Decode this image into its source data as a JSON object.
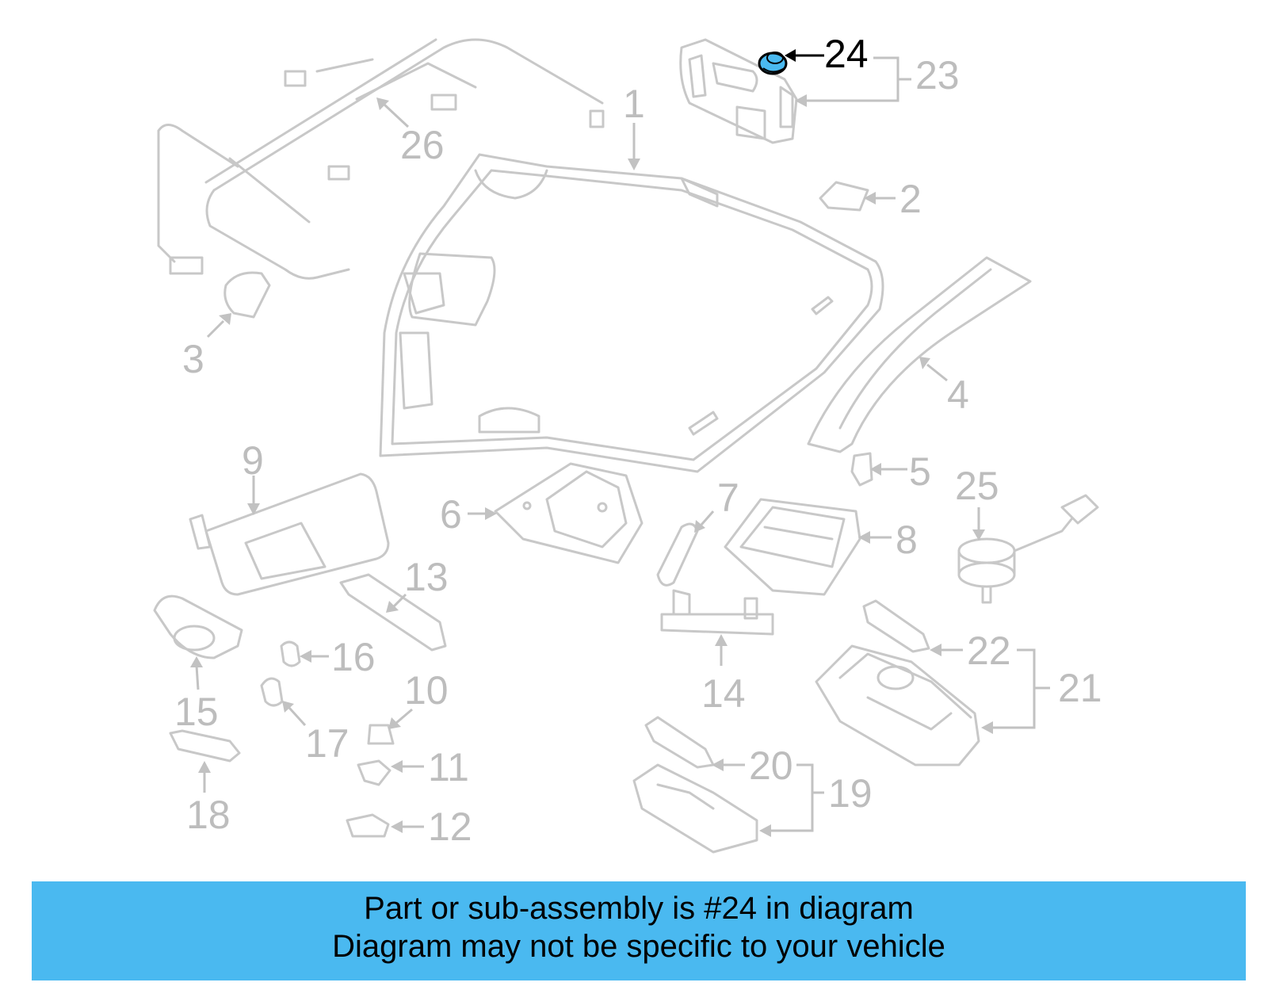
{
  "diagram": {
    "highlight_color": "#4ab9f0",
    "highlighted_part": "24",
    "callouts": [
      "1",
      "2",
      "3",
      "4",
      "5",
      "6",
      "7",
      "8",
      "9",
      "10",
      "11",
      "12",
      "13",
      "14",
      "15",
      "16",
      "17",
      "18",
      "19",
      "20",
      "21",
      "22",
      "23",
      "24",
      "25",
      "26"
    ]
  },
  "banner": {
    "line1": "Part or sub-assembly is #24 in diagram",
    "line2": "Diagram may not be specific to your vehicle",
    "background": "#4ab9f0"
  }
}
